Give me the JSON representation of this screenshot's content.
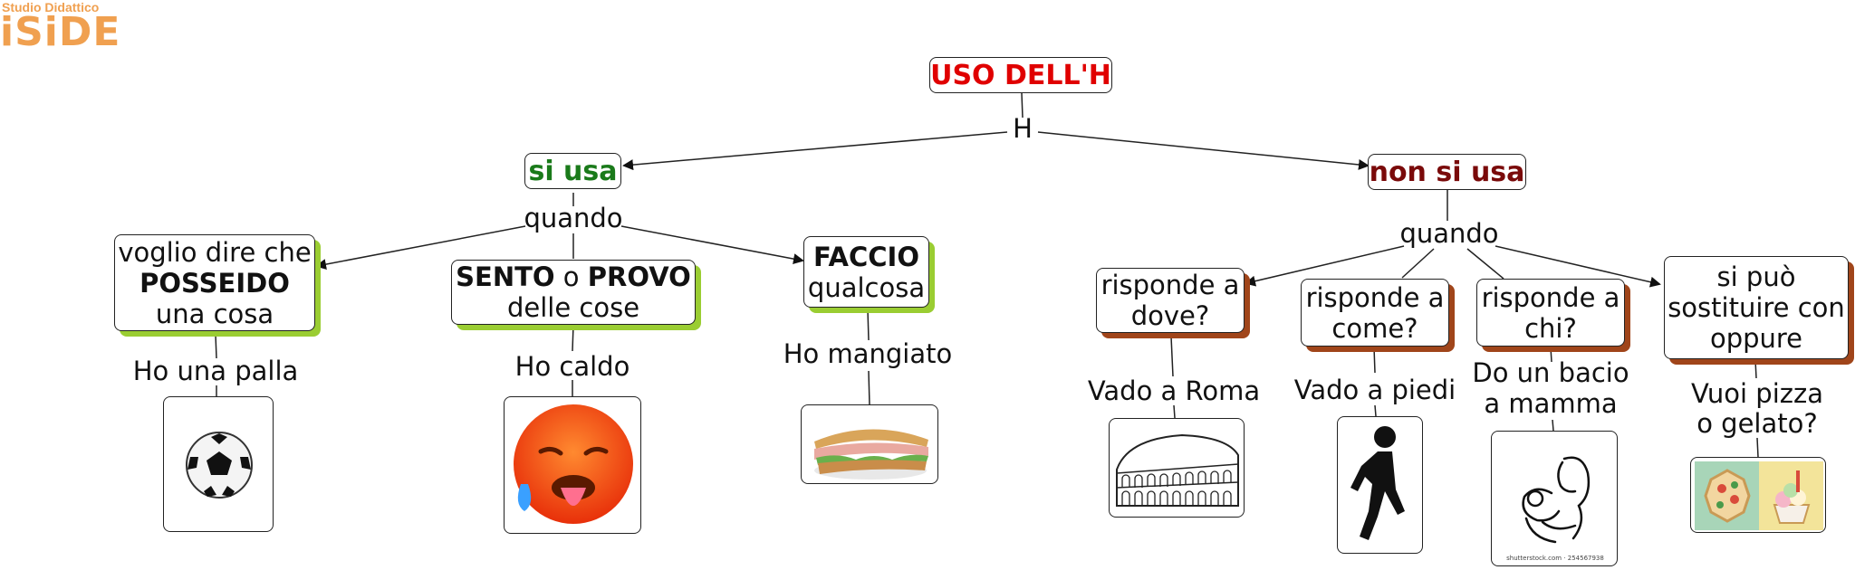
{
  "logo": {
    "line1": "Studio Didattico",
    "line2": "iSiDE"
  },
  "root": {
    "title": "USO DELL'H",
    "link": "H"
  },
  "left": {
    "title": "si usa",
    "link": "quando",
    "cases": [
      {
        "lines": [
          "voglio dire che",
          "POSSEIDO",
          "una cosa"
        ],
        "example": "Ho una palla",
        "image": "soccer-ball-icon"
      },
      {
        "lines": [
          "SENTO o PROVO",
          "delle cose"
        ],
        "emph1": "SENTO",
        "mid": " o ",
        "emph2": "PROVO",
        "line2": "delle cose",
        "example": "Ho caldo",
        "image": "hot-face-emoji-icon"
      },
      {
        "lines": [
          "FACCIO",
          "qualcosa"
        ],
        "example": "Ho mangiato",
        "image": "sandwich-icon"
      }
    ]
  },
  "right": {
    "title": "non si usa",
    "link": "quando",
    "cases": [
      {
        "lines": [
          "risponde a",
          "dove?"
        ],
        "example": "Vado a Roma",
        "image": "colosseum-icon"
      },
      {
        "lines": [
          "risponde a",
          "come?"
        ],
        "example": "Vado a piedi",
        "image": "walking-person-icon"
      },
      {
        "lines": [
          "risponde a",
          "chi?"
        ],
        "example_lines": [
          "Do un bacio",
          "a mamma"
        ],
        "image": "mother-child-icon",
        "image_caption": "shutterstock.com · 254567938"
      },
      {
        "lines": [
          "si può",
          "sostituire con",
          "oppure"
        ],
        "example_lines": [
          "Vuoi pizza",
          "o gelato?"
        ],
        "image": "pizza-gelato-icon"
      }
    ]
  },
  "colors": {
    "title_root": "#e00000",
    "title_left": "#1a7a1a",
    "title_right": "#7a0a0a",
    "shadow_left": "#9acd32",
    "shadow_right": "#a0451a",
    "logo": "#f0a050"
  }
}
